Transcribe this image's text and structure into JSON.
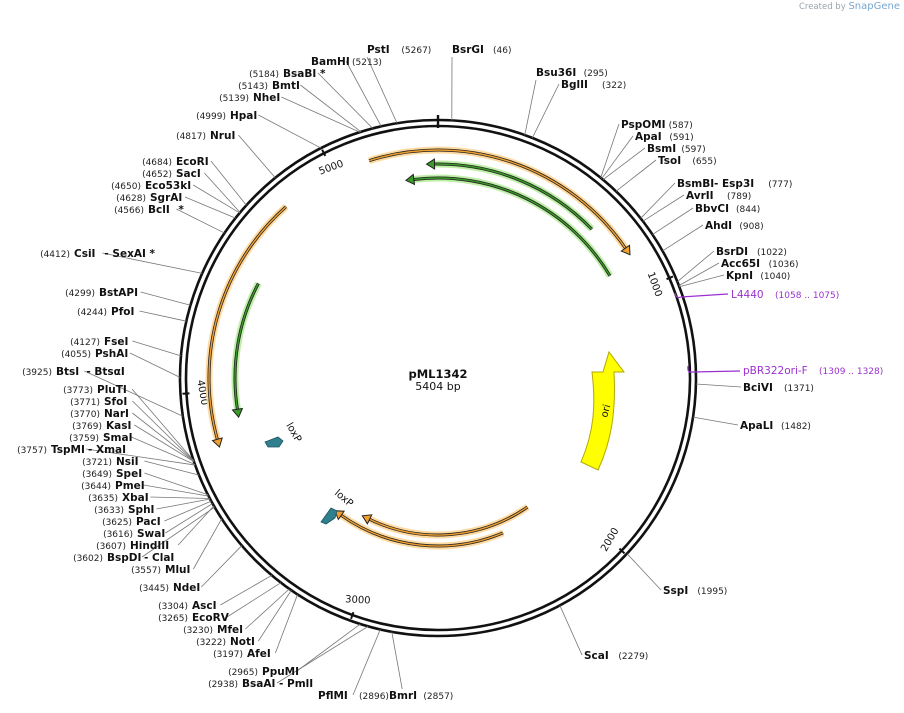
{
  "credit": {
    "prefix": "Created by",
    "brand": "SnapGene"
  },
  "plasmid": {
    "name": "pML1342",
    "length_label": "5404 bp",
    "length": 5404
  },
  "ticks": [
    "1000",
    "2000",
    "3000",
    "4000",
    "5000"
  ],
  "features": [
    {
      "id": "arrow-top-outer",
      "color": "#f0a030",
      "start": 5140,
      "end": 830
    },
    {
      "id": "arrow-top-green-1",
      "color": "#3a9a2a",
      "start": 890,
      "end": 5300
    },
    {
      "id": "arrow-top-green-2",
      "color": "#3a9a2a",
      "start": 690,
      "end": 5390
    },
    {
      "id": "arrow-left-outer",
      "color": "#f0a030",
      "start": 4780,
      "end": 3820
    },
    {
      "id": "arrow-left-green",
      "color": "#3a9a2a",
      "start": 4470,
      "end": 3920
    },
    {
      "id": "arrow-bottom-1",
      "color": "#f0a030",
      "start": 2180,
      "end": 3090
    },
    {
      "id": "arrow-bottom-2",
      "color": "#f0a030",
      "start": 2360,
      "end": 3230
    }
  ],
  "ori": {
    "label": "ori"
  },
  "loxp": [
    {
      "label": "loxP"
    },
    {
      "label": "loxP"
    }
  ],
  "primers": [
    {
      "name": "L4440",
      "range": "(1058 .. 1075)"
    },
    {
      "name": "pBR322ori-F",
      "range": "(1309 .. 1328)"
    }
  ],
  "enzymes": [
    {
      "name": "PstI",
      "pos": "(5267)",
      "extra": ""
    },
    {
      "name": "BamHI",
      "pos": "(5213)",
      "extra": ""
    },
    {
      "name": "BsaBI",
      "pos": "(5184)",
      "extra": "*"
    },
    {
      "name": "BmtI",
      "pos": "(5143)",
      "extra": ""
    },
    {
      "name": "NheI",
      "pos": "(5139)",
      "extra": ""
    },
    {
      "name": "HpaI",
      "pos": "(4999)",
      "extra": ""
    },
    {
      "name": "NruI",
      "pos": "(4817)",
      "extra": ""
    },
    {
      "name": "EcoRI",
      "pos": "(4684)",
      "extra": ""
    },
    {
      "name": "SacI",
      "pos": "(4652)",
      "extra": ""
    },
    {
      "name": "Eco53kI",
      "pos": "(4650)",
      "extra": ""
    },
    {
      "name": "SgrAI",
      "pos": "(4628)",
      "extra": ""
    },
    {
      "name": "BclI",
      "pos": "(4566)",
      "extra": "*"
    },
    {
      "name": "CsiI",
      "pos": "(4412)",
      "extra": "- SexAI *"
    },
    {
      "name": "BstAPI",
      "pos": "(4299)",
      "extra": ""
    },
    {
      "name": "PfoI",
      "pos": "(4244)",
      "extra": ""
    },
    {
      "name": "FseI",
      "pos": "(4127)",
      "extra": ""
    },
    {
      "name": "PshAI",
      "pos": "(4055)",
      "extra": ""
    },
    {
      "name": "BtsI",
      "pos": "(3925)",
      "extra": "- BtsαI"
    },
    {
      "name": "PluTI",
      "pos": "(3773)",
      "extra": ""
    },
    {
      "name": "SfoI",
      "pos": "(3771)",
      "extra": ""
    },
    {
      "name": "NarI",
      "pos": "(3770)",
      "extra": ""
    },
    {
      "name": "KasI",
      "pos": "(3769)",
      "extra": ""
    },
    {
      "name": "SmaI",
      "pos": "(3759)",
      "extra": ""
    },
    {
      "name": "TspMI",
      "pos": "(3757)",
      "extra": "- XmaI"
    },
    {
      "name": "NsiI",
      "pos": "(3721)",
      "extra": ""
    },
    {
      "name": "SpeI",
      "pos": "(3649)",
      "extra": ""
    },
    {
      "name": "PmeI",
      "pos": "(3644)",
      "extra": ""
    },
    {
      "name": "XbaI",
      "pos": "(3635)",
      "extra": ""
    },
    {
      "name": "SphI",
      "pos": "(3633)",
      "extra": ""
    },
    {
      "name": "PacI",
      "pos": "(3625)",
      "extra": ""
    },
    {
      "name": "SwaI",
      "pos": "(3616)",
      "extra": ""
    },
    {
      "name": "HindIII",
      "pos": "(3607)",
      "extra": ""
    },
    {
      "name": "BspDI",
      "pos": "(3602)",
      "extra": "- ClaI"
    },
    {
      "name": "MluI",
      "pos": "(3557)",
      "extra": ""
    },
    {
      "name": "NdeI",
      "pos": "(3445)",
      "extra": ""
    },
    {
      "name": "AscI",
      "pos": "(3304)",
      "extra": ""
    },
    {
      "name": "EcoRV",
      "pos": "(3265)",
      "extra": ""
    },
    {
      "name": "MfeI",
      "pos": "(3230)",
      "extra": ""
    },
    {
      "name": "NotI",
      "pos": "(3222)",
      "extra": ""
    },
    {
      "name": "AfeI",
      "pos": "(3197)",
      "extra": ""
    },
    {
      "name": "PpuMI",
      "pos": "(2965)",
      "extra": ""
    },
    {
      "name": "BsaAI",
      "pos": "(2938)",
      "extra": "- PmlI"
    },
    {
      "name": "PflMI",
      "pos": "(2896)",
      "extra": ""
    },
    {
      "name": "BmrI",
      "pos": "(2857)",
      "extra": ""
    },
    {
      "name": "ScaI",
      "pos": "(2279)",
      "extra": ""
    },
    {
      "name": "SspI",
      "pos": "(1995)",
      "extra": ""
    },
    {
      "name": "ApaLI",
      "pos": "(1482)",
      "extra": ""
    },
    {
      "name": "BciVI",
      "pos": "(1371)",
      "extra": ""
    },
    {
      "name": "KpnI",
      "pos": "(1040)",
      "extra": ""
    },
    {
      "name": "Acc65I",
      "pos": "(1036)",
      "extra": ""
    },
    {
      "name": "BsrDI",
      "pos": "(1022)",
      "extra": ""
    },
    {
      "name": "AhdI",
      "pos": "(908)",
      "extra": ""
    },
    {
      "name": "BbvCI",
      "pos": "(844)",
      "extra": ""
    },
    {
      "name": "AvrII",
      "pos": "(789)",
      "extra": ""
    },
    {
      "name": "BsmBI",
      "pos": "(777)",
      "extra": "- Esp3I"
    },
    {
      "name": "TsoI",
      "pos": "(655)",
      "extra": ""
    },
    {
      "name": "BsmI",
      "pos": "(597)",
      "extra": ""
    },
    {
      "name": "ApaI",
      "pos": "(591)",
      "extra": ""
    },
    {
      "name": "PspOMI",
      "pos": "(587)",
      "extra": ""
    },
    {
      "name": "BglII",
      "pos": "(322)",
      "extra": ""
    },
    {
      "name": "Bsu36I",
      "pos": "(295)",
      "extra": ""
    },
    {
      "name": "BsrGI",
      "pos": "(46)",
      "extra": ""
    }
  ]
}
